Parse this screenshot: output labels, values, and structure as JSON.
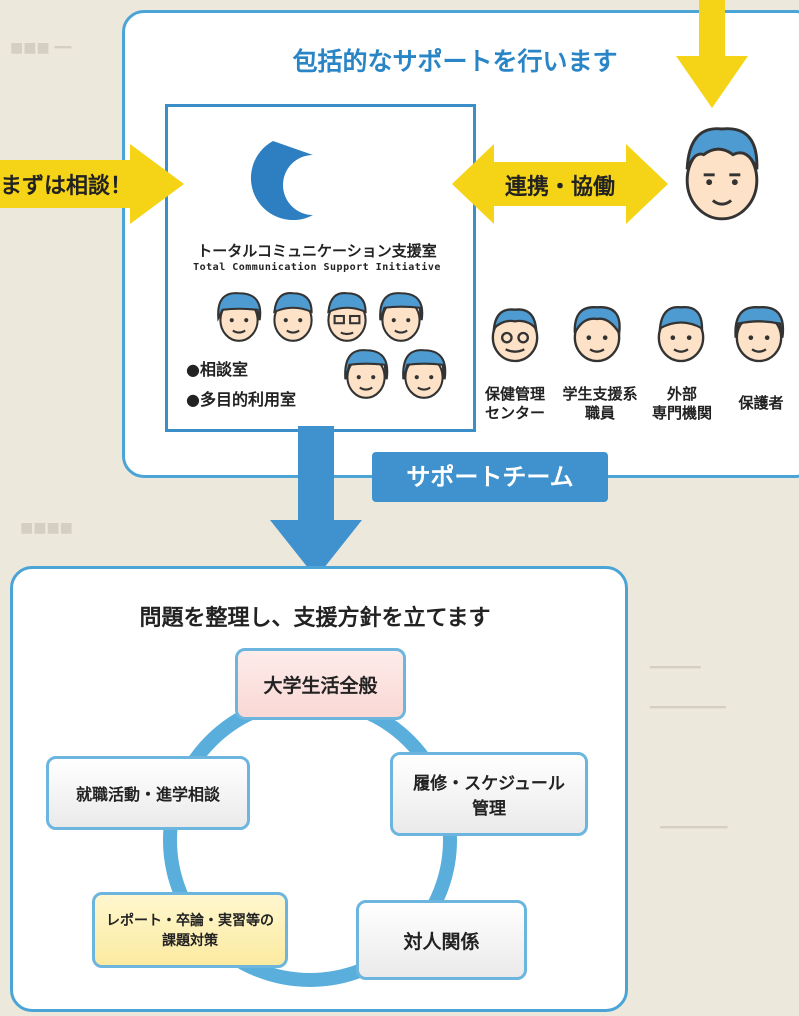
{
  "top_panel": {
    "title": "包括的なサポートを行います"
  },
  "left_arrow": {
    "label": "まずは相談！"
  },
  "center": {
    "name_ja": "トータルコミュニケーション支援室",
    "name_en": "Total Communication Support Initiative",
    "bullets": [
      "●相談室",
      "●多目的利用室"
    ]
  },
  "cooperation_arrow": {
    "label": "連携・協働"
  },
  "partners": [
    {
      "line1": "保健管理",
      "line2": "センター"
    },
    {
      "line1": "学生支援系",
      "line2": "職員"
    },
    {
      "line1": "外部",
      "line2": "専門機関"
    },
    {
      "line1": "保護者",
      "line2": ""
    }
  ],
  "support_team": {
    "label": "サポートチーム"
  },
  "bottom_panel": {
    "title": "問題を整理し、支援方針を立てます",
    "nodes": {
      "top": "大学生活全般",
      "right_line1": "履修・スケジュール",
      "right_line2": "管理",
      "bottom_right": "対人関係",
      "bottom_left_line1": "レポート・卒論・実習等の",
      "bottom_left_line2": "課題対策",
      "left": "就職活動・進学相談"
    }
  },
  "colors": {
    "panel_border": "#4aa4d6",
    "title_blue": "#2a85c6",
    "arrow_yellow": "#f5d316",
    "arrow_blue": "#3f92cd",
    "logo_yellow": "#f3d21a",
    "logo_blue": "#2d7fc1"
  }
}
